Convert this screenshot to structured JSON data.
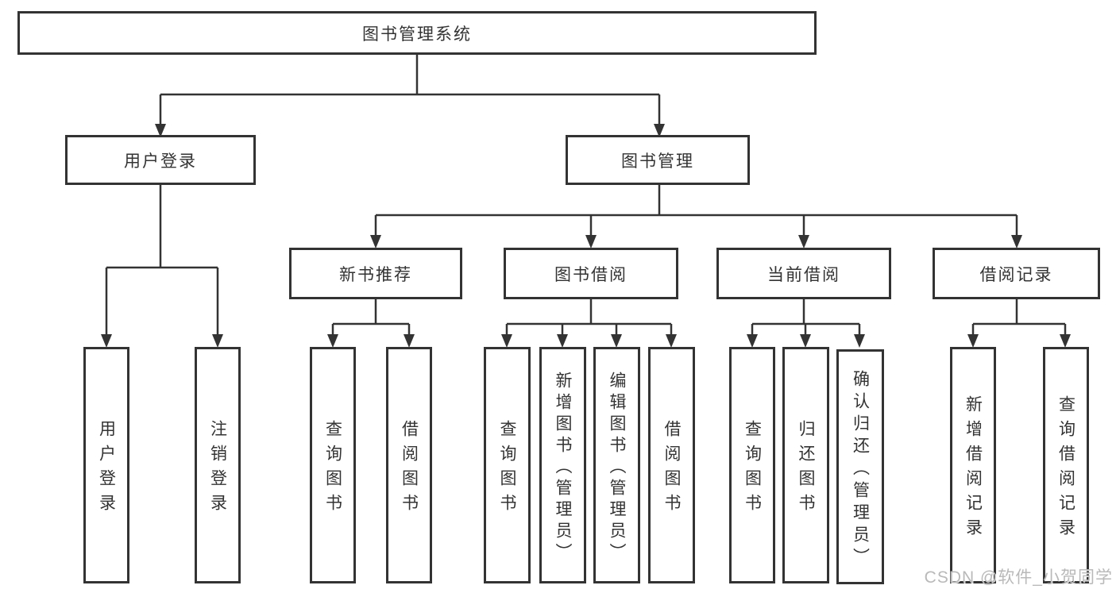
{
  "watermark": {
    "text": "CSDN @软件_小贺同学"
  },
  "colors": {
    "line": "#333333",
    "border": "#333333",
    "text": "#333333",
    "watermark": "#b9b9b9",
    "background": "#ffffff"
  },
  "tree": {
    "root": {
      "label": "图书管理系统",
      "children": [
        {
          "label": "用户登录",
          "children": [
            {
              "label": "用户登录"
            },
            {
              "label": "注销登录"
            }
          ]
        },
        {
          "label": "图书管理",
          "children": [
            {
              "label": "新书推荐",
              "children": [
                {
                  "label": "查询图书"
                },
                {
                  "label": "借阅图书"
                }
              ]
            },
            {
              "label": "图书借阅",
              "children": [
                {
                  "label": "查询图书"
                },
                {
                  "label": "新增图书（管理员）"
                },
                {
                  "label": "编辑图书（管理员）"
                },
                {
                  "label": "借阅图书"
                }
              ]
            },
            {
              "label": "当前借阅",
              "children": [
                {
                  "label": "查询图书"
                },
                {
                  "label": "归还图书"
                },
                {
                  "label": "确认归还（管理员）"
                }
              ]
            },
            {
              "label": "借阅记录",
              "children": [
                {
                  "label": "新增借阅记录"
                },
                {
                  "label": "查询借阅记录"
                }
              ]
            }
          ]
        }
      ]
    }
  }
}
